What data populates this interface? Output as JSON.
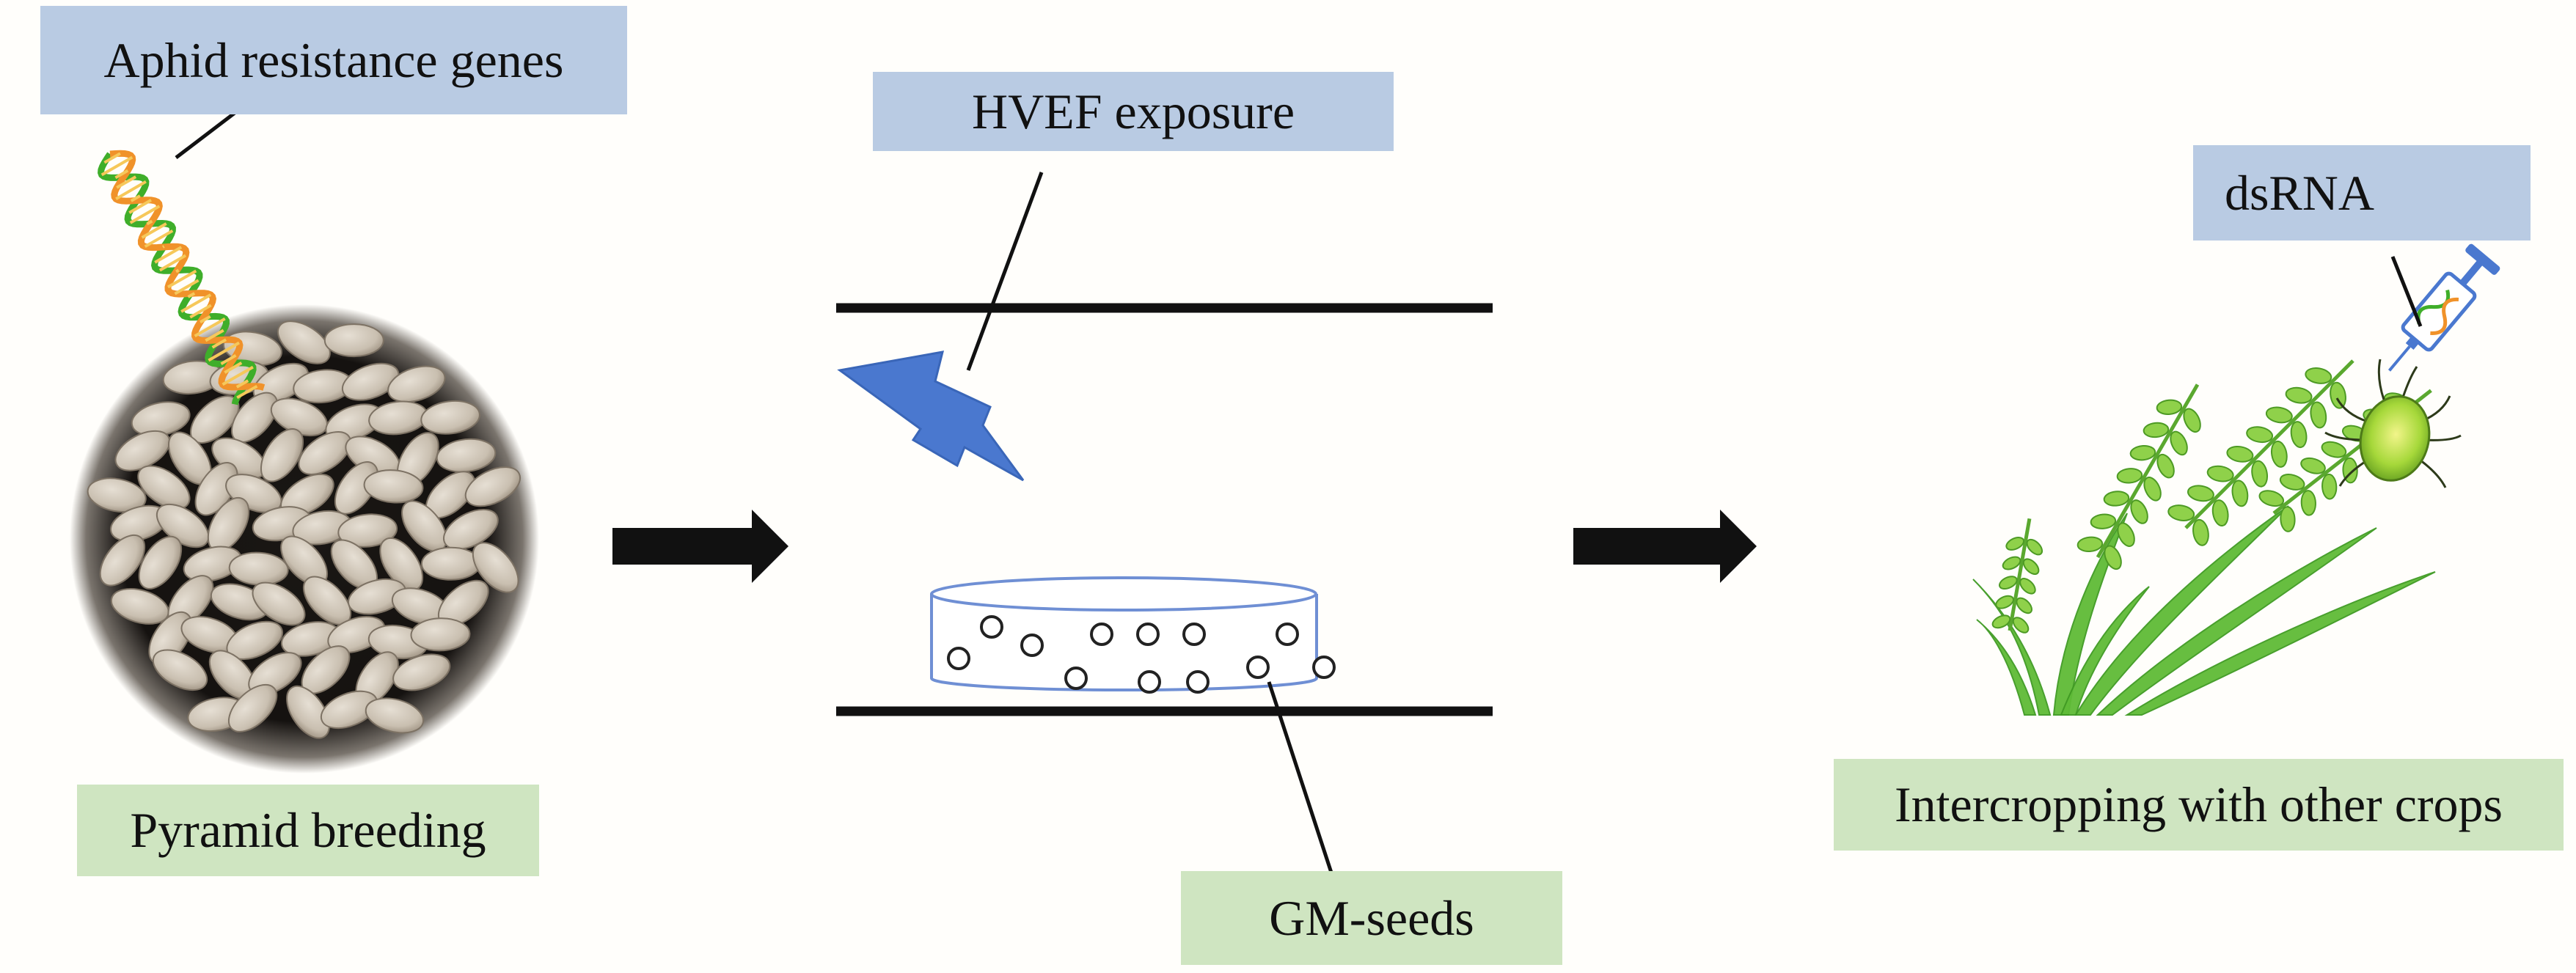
{
  "labels": {
    "aphid_genes": "Aphid resistance genes",
    "hvef": "HVEF exposure",
    "dsrna": "dsRNA",
    "pyramid": "Pyramid breeding",
    "gm_seeds": "GM-seeds",
    "intercropping": "Intercropping with other crops"
  },
  "colors": {
    "blue_label": "#b9cbe3",
    "green_label": "#cfe5c1",
    "lightning": "#4a78cf",
    "arrow": "#111111",
    "dish": "#6f8fd4",
    "wheat": "#6cc23a",
    "seed": "#cfc6b8"
  },
  "icons": [
    "dna-helix-icon",
    "lightning-icon",
    "syringe-icon",
    "aphid-icon",
    "wheat-icon",
    "petri-dish-icon"
  ]
}
